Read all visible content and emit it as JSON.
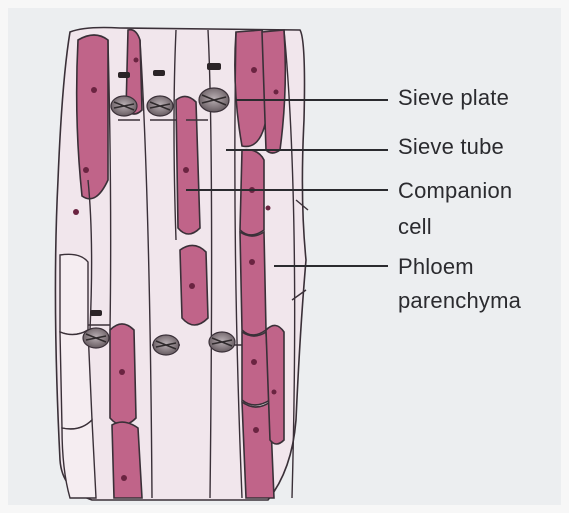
{
  "diagram": {
    "labels": {
      "sieve_plate": "Sieve plate",
      "sieve_tube": "Sieve tube",
      "companion_cell_1": "Companion",
      "companion_cell_2": "cell",
      "phloem_parenchyma_1": "Phloem",
      "phloem_parenchyma_2": "parenchyma"
    },
    "colors": {
      "sieve_tube": "#eedfe7",
      "companion_cell": "#c06489",
      "parenchyma": "#f4eaef",
      "cell_wall": "#3a3038",
      "sieve_plate": "#7d6f74",
      "nucleus": "#6a2441",
      "background": "#eceef0"
    }
  }
}
